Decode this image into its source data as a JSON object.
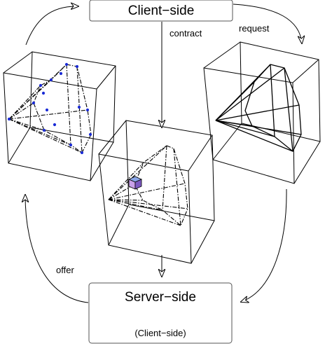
{
  "nodes": {
    "client": {
      "title": "Client−side"
    },
    "server": {
      "title": "Server−side",
      "subtitle": "(Client−side)"
    }
  },
  "edges": {
    "contract": "contract",
    "request": "request",
    "offer": "offer"
  },
  "colors": {
    "points": "#1a2bd6",
    "small_cube_front": "#c8a0e8",
    "small_cube_side": "#7b58c0",
    "small_cube_top": "#8aa6e8"
  }
}
